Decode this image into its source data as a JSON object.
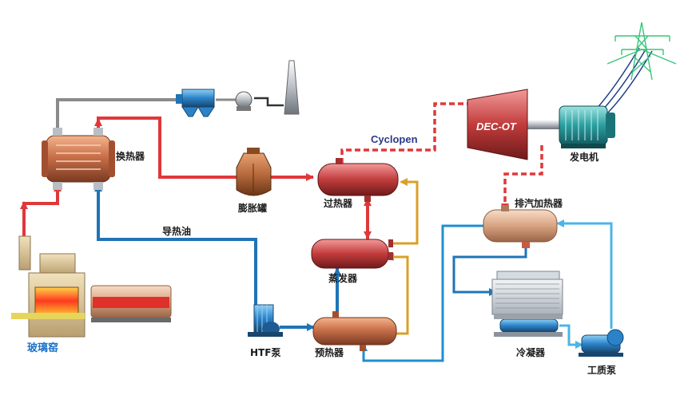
{
  "labels": {
    "heat_exchanger": "换热器",
    "expansion_tank": "膨胀罐",
    "superheater": "过热器",
    "evaporator": "蒸发器",
    "preheater": "预热器",
    "htf_pump": "HTF泵",
    "thermal_oil": "导热油",
    "glass_kiln": "玻璃窑",
    "working_fluid": "Cyclopen",
    "turbine": "DEC-OT",
    "generator": "发电机",
    "exhaust_heater": "排汽加热器",
    "condenser": "冷凝器",
    "fluid_pump": "工质泵"
  },
  "colors": {
    "hot_oil": "#e0383a",
    "cold_oil": "#1f74b8",
    "flue_gas": "#8a8a8a",
    "vapor": "#e0383a",
    "liquid": "#d9a12a",
    "condensate": "#1f8fd0",
    "cooling": "#4cb5e6"
  }
}
